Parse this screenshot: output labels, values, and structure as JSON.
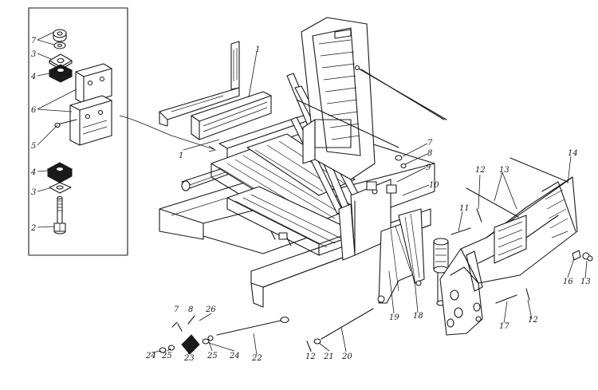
{
  "labels": [
    {
      "id": "7a",
      "text": "7"
    },
    {
      "id": "3a",
      "text": "3"
    },
    {
      "id": "4a",
      "text": "4"
    },
    {
      "id": "6",
      "text": "6"
    },
    {
      "id": "5",
      "text": "5"
    },
    {
      "id": "4b",
      "text": "4"
    },
    {
      "id": "3b",
      "text": "3"
    },
    {
      "id": "2",
      "text": "2"
    },
    {
      "id": "1a",
      "text": "1"
    },
    {
      "id": "1b",
      "text": "1"
    },
    {
      "id": "7b",
      "text": "7"
    },
    {
      "id": "8",
      "text": "8"
    },
    {
      "id": "9",
      "text": "9"
    },
    {
      "id": "10",
      "text": "10"
    },
    {
      "id": "12a",
      "text": "12"
    },
    {
      "id": "13a",
      "text": "13"
    },
    {
      "id": "14",
      "text": "14"
    },
    {
      "id": "11",
      "text": "11"
    },
    {
      "id": "16",
      "text": "16"
    },
    {
      "id": "13b",
      "text": "13"
    },
    {
      "id": "19",
      "text": "19"
    },
    {
      "id": "18",
      "text": "18"
    },
    {
      "id": "17",
      "text": "17"
    },
    {
      "id": "12b",
      "text": "12"
    },
    {
      "id": "7c",
      "text": "7"
    },
    {
      "id": "8b",
      "text": "8"
    },
    {
      "id": "26",
      "text": "26"
    },
    {
      "id": "24a",
      "text": "24"
    },
    {
      "id": "25a",
      "text": "25"
    },
    {
      "id": "23",
      "text": "23"
    },
    {
      "id": "25b",
      "text": "25"
    },
    {
      "id": "24b",
      "text": "24"
    },
    {
      "id": "22",
      "text": "22"
    },
    {
      "id": "12c",
      "text": "12"
    },
    {
      "id": "21",
      "text": "21"
    },
    {
      "id": "20",
      "text": "20"
    }
  ]
}
